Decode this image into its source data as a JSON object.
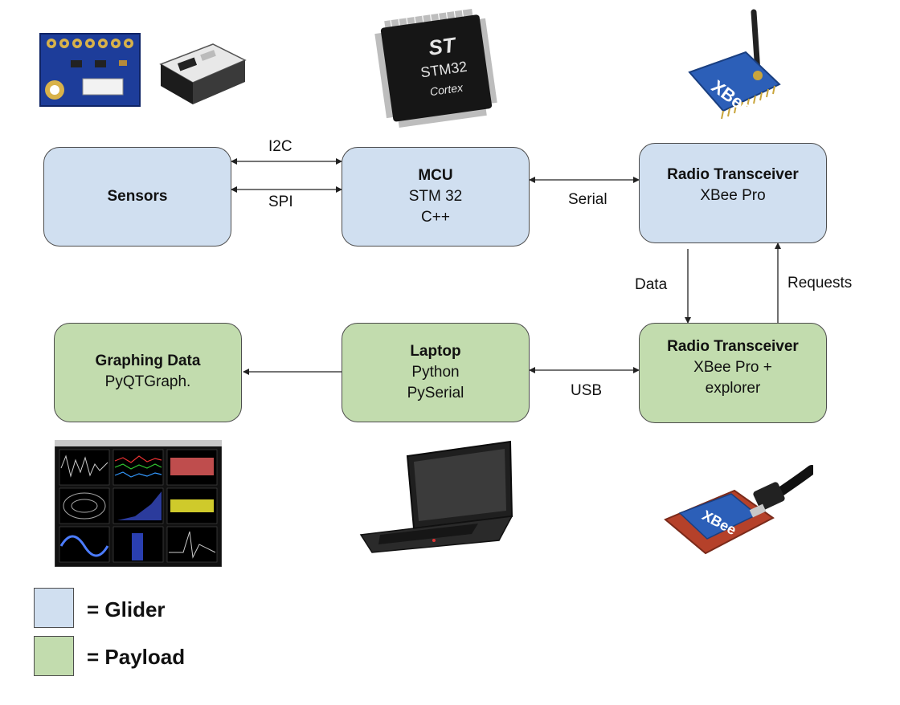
{
  "nodes": {
    "sensors": {
      "title": "Sensors"
    },
    "mcu": {
      "title": "MCU",
      "line1": "STM 32",
      "line2": "C++"
    },
    "radio_glider": {
      "title": "Radio Transceiver",
      "line1": "XBee Pro"
    },
    "graphing": {
      "title": "Graphing Data",
      "line1": "PyQTGraph."
    },
    "laptop": {
      "title": "Laptop",
      "line1": "Python",
      "line2": "PySerial"
    },
    "radio_payload": {
      "title": "Radio Transceiver",
      "line1": "XBee Pro +",
      "line2": "explorer"
    }
  },
  "edges": {
    "i2c": "I2C",
    "spi": "SPI",
    "serial": "Serial",
    "data": "Data",
    "requests": "Requests",
    "usb": "USB"
  },
  "images": {
    "chip_brand": "ST",
    "chip_model": "STM32",
    "chip_series": "Cortex",
    "xbee_text": "XBee"
  },
  "legend": {
    "glider": "= Glider",
    "payload": "= Payload"
  },
  "colors": {
    "glider": "#d0dff0",
    "payload": "#c2dcae",
    "stroke": "#4d4d4d"
  }
}
